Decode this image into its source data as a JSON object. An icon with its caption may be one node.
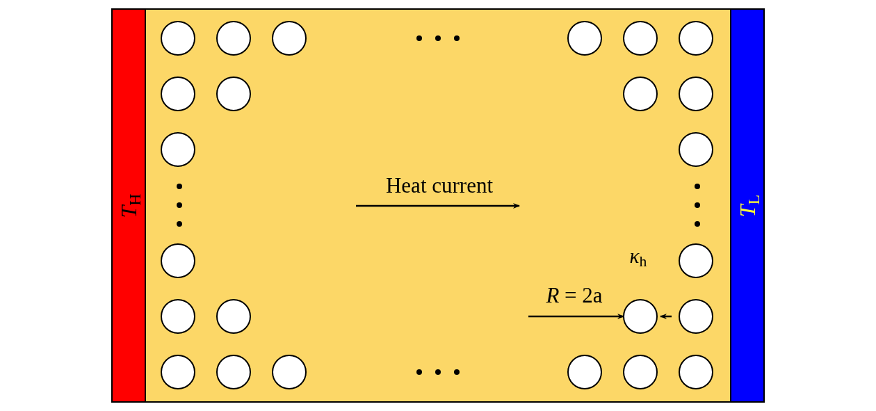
{
  "diagram": {
    "nodes": [
      {
        "text": [
          "*T*$_{H}$"
        ]
      },
      {
        "text": [],
        "shape": "box"
      },
      {
        "text": [],
        "shape": "circle",
        "in": 1
      },
      {
        "text": [],
        "shape": "circle",
        "in": 1
      },
      {
        "text": [],
        "shape": "circle",
        "in": 1
      },
      {
        "text": [],
        "shape": "circle",
        "in": 1
      },
      {
        "text": [],
        "shape": "circle",
        "in": 1
      },
      {
        "text": [],
        "shape": "circle",
        "in": 1
      },
      {
        "text": [],
        "shape": "circle",
        "in": 1
      },
      {
        "text": [],
        "shape": "circle",
        "in": 1
      },
      {
        "text": [],
        "shape": "circle",
        "in": 1
      },
      {
        "text": [],
        "shape": "circle",
        "in": 1
      },
      {
        "text": [],
        "shape": "circle",
        "in": 1
      },
      {
        "text": [],
        "shape": "circle",
        "in": 1
      },
      {
        "text": [],
        "shape": "circle",
        "in": 1
      },
      {
        "text": [],
        "shape": "circle",
        "in": 1
      },
      {
        "text": [],
        "shape": "circle",
        "in": 1
      },
      {
        "text": [],
        "shape": "circle",
        "in": 1
      },
      {
        "text": [],
        "shape": "circle",
        "in": 1
      },
      {
        "text": [],
        "shape": "circle",
        "in": 1
      },
      {
        "text": [],
        "shape": "circle",
        "in": 1
      },
      {
        "text": [],
        "shape": "circle",
        "in": 1
      },
      {
        "text": [],
        "shape": "circle",
        "in": 1
      },
      {
        "text": [],
        "shape": "circle",
        "in": 1
      },
      {
        "text": [],
        "shape": "circle",
        "in": 1
      },
      {
        "text": [],
        "shape": "circle",
        "in": 1
      },
      {
        "text": [
          "*T*$_{L}$"
        ]
      }
    ],
    "labels": [
      "Heat current",
      "*κ*$_{h}$",
      "*R* = 2a"
    ]
  }
}
